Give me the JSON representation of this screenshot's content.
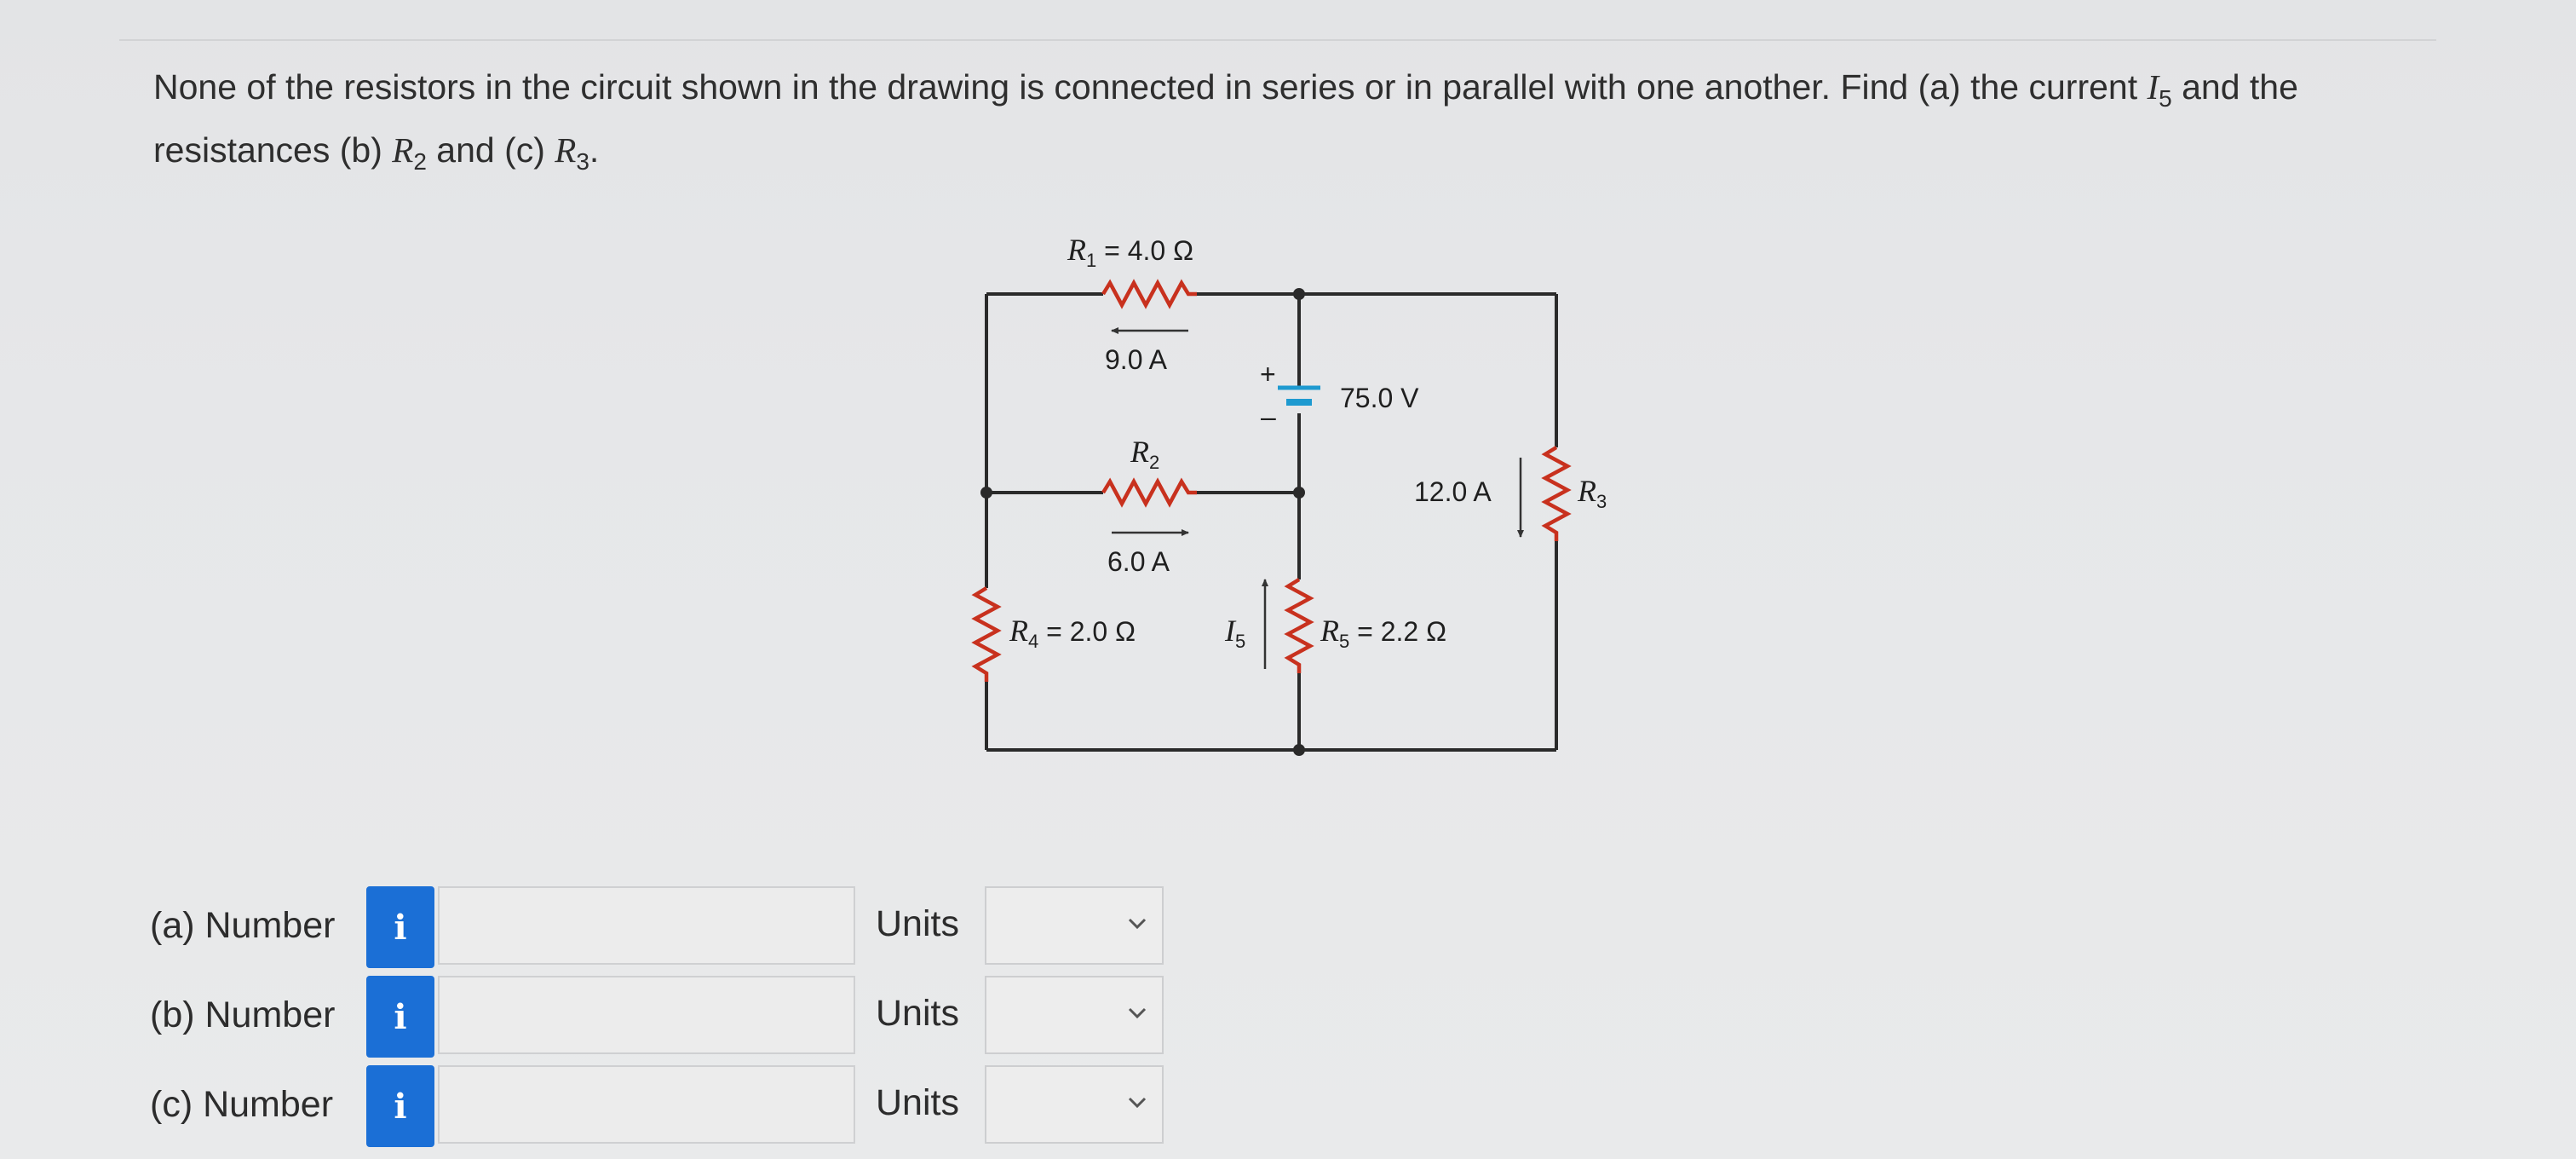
{
  "question": {
    "text_before": "None of the resistors in the circuit shown in the drawing is connected in series or in parallel with one another. Find (a) the current ",
    "i5_sym": "I",
    "i5_sub": "5",
    "text_mid": " and the resistances (b) ",
    "r2_sym": "R",
    "r2_sub": "2",
    "text_and": " and (c) ",
    "r3_sym": "R",
    "r3_sub": "3",
    "text_end": "."
  },
  "circuit": {
    "r1_sym": "R",
    "r1_sub": "1",
    "r1_val": " = 4.0 Ω",
    "i1": "9.0 A",
    "battery": "75.0 V",
    "plus": "+",
    "minus": "–",
    "r2_sym": "R",
    "r2_sub": "2",
    "i2": "6.0 A",
    "i3": "12.0 A",
    "r3_sym": "R",
    "r3_sub": "3",
    "r4_sym": "R",
    "r4_sub": "4",
    "r4_val": " = 2.0 Ω",
    "i5_sym": "I",
    "i5_sub": "5",
    "r5_sym": "R",
    "r5_sub": "5",
    "r5_val": " = 2.2 Ω"
  },
  "answers": [
    {
      "label": "(a) Number",
      "info": "i",
      "value": "",
      "units_label": "Units",
      "units_value": ""
    },
    {
      "label": "(b) Number",
      "info": "i",
      "value": "",
      "units_label": "Units",
      "units_value": ""
    },
    {
      "label": "(c) Number",
      "info": "i",
      "value": "",
      "units_label": "Units",
      "units_value": ""
    }
  ],
  "colors": {
    "info_button": "#1b6fd6",
    "resistor": "#c8311e",
    "battery_plate": "#1e9ad0",
    "wire": "#2a2a2a"
  },
  "icons": {
    "info": "info-icon",
    "select": "chevron-down-icon"
  }
}
